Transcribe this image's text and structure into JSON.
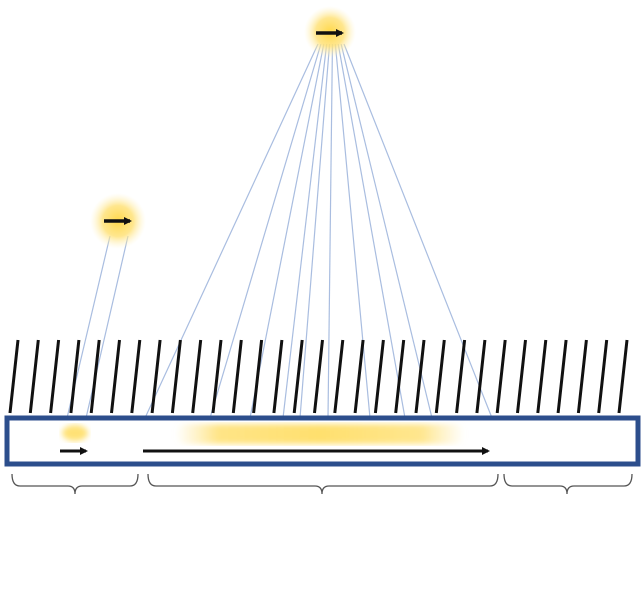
{
  "diagram": {
    "colors": {
      "tube_border": "#2c4e8c",
      "tube_fill": "#ffffff",
      "comb_lines": "#111111",
      "ray_lines": "#a9bde0",
      "glow_core": "#ffd84a",
      "glow_edge": "#fff3c4",
      "arrow": "#111111",
      "bracket": "#555555"
    },
    "sources": [
      {
        "id": "near-source",
        "icon": "arrow-right-icon"
      },
      {
        "id": "far-source",
        "icon": "arrow-right-icon"
      }
    ],
    "tube_arrows": [
      {
        "id": "short-arrow",
        "icon": "arrow-right-icon"
      },
      {
        "id": "long-arrow",
        "icon": "arrow-right-icon"
      }
    ],
    "brackets": [
      {
        "id": "left-bracket"
      },
      {
        "id": "middle-bracket"
      },
      {
        "id": "right-bracket"
      }
    ]
  }
}
